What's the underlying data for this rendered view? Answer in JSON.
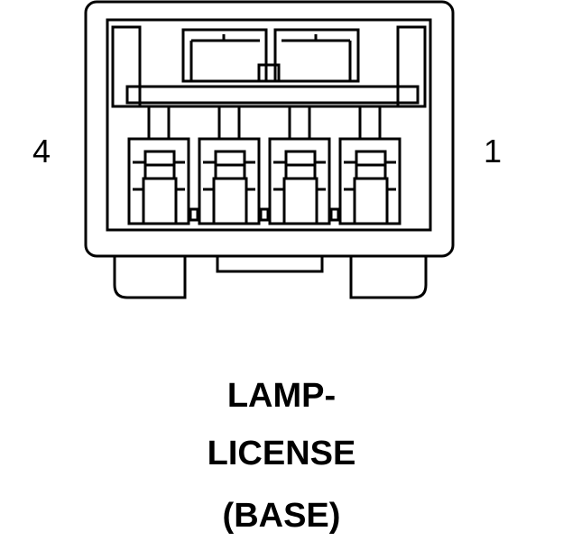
{
  "connector": {
    "pin_left": "4",
    "pin_right": "1",
    "cavities": 4
  },
  "caption": {
    "line1": "LAMP-",
    "line2": "LICENSE",
    "line3": "(BASE)"
  },
  "colors": {
    "stroke": "#000000",
    "background": "#ffffff"
  }
}
